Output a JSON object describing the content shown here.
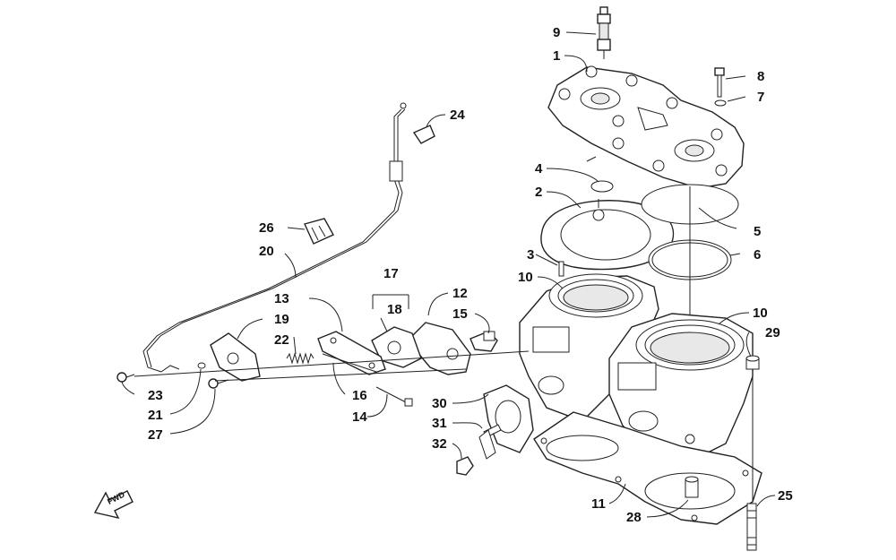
{
  "diagram": {
    "type": "exploded-parts-diagram",
    "callouts": [
      "1",
      "2",
      "3",
      "4",
      "5",
      "6",
      "7",
      "8",
      "9",
      "10",
      "10",
      "11",
      "12",
      "13",
      "14",
      "15",
      "16",
      "17",
      "18",
      "19",
      "20",
      "21",
      "22",
      "23",
      "24",
      "25",
      "26",
      "27",
      "28",
      "29",
      "30",
      "31",
      "32"
    ],
    "direction_label": "FWD"
  },
  "colors": {
    "line": "#222222",
    "background": "#ffffff",
    "shade": "#e8e8e8"
  },
  "icons": [
    "fwd-arrow-icon"
  ]
}
